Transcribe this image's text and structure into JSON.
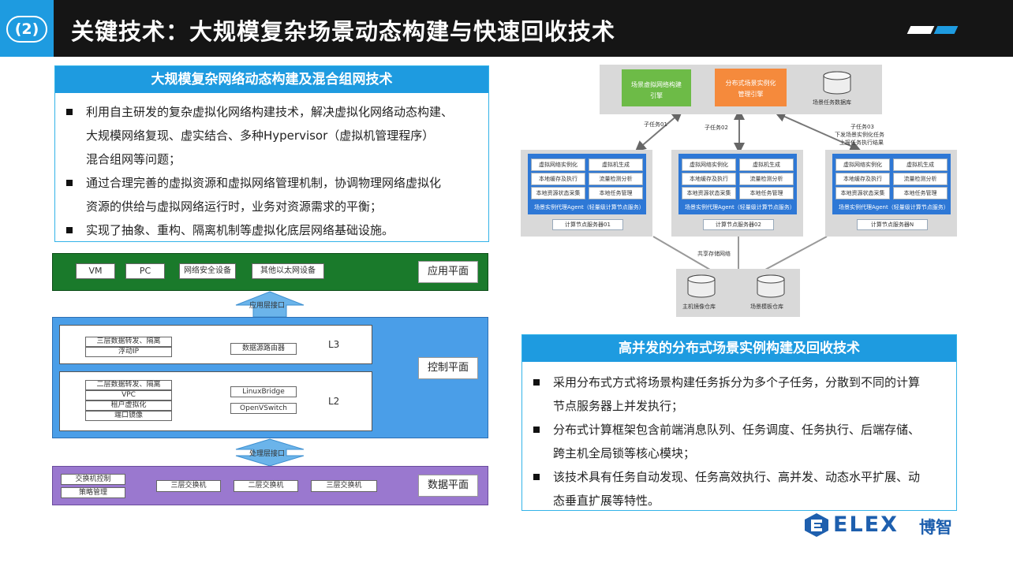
{
  "header": {
    "number": "(2)",
    "title": "关键技术：大规模复杂场景动态构建与快速回收技术"
  },
  "left_panel": {
    "title": "大规模复杂网络动态构建及混合组网技术",
    "bullets": [
      "利用自主研发的复杂虚拟化网络构建技术，解决虚拟化网络动态构建、",
      "大规模网络复现、虚实结合、多种Hypervisor（虚拟机管理程序）",
      "混合组网等问题；",
      "通过合理完善的虚拟资源和虚拟网络管理机制，协调物理网络虚拟化",
      "资源的供给与虚拟网络运行时，业务对资源需求的平衡；",
      "实现了抽象、重构、隔离机制等虚拟化底层网络基础设施。"
    ]
  },
  "right_panel": {
    "title": "高并发的分布式场景实例构建及回收技术",
    "bullets": [
      "采用分布式方式将场景构建任务拆分为多个子任务，分散到不同的计算",
      "节点服务器上并发执行；",
      "分布式计算框架包含前端消息队列、任务调度、任务执行、后端存储、",
      "跨主机全局锁等核心模块；",
      "该技术具有任务自动发现、任务高效执行、高并发、动态水平扩展、动",
      "态垂直扩展等特性。"
    ]
  },
  "left_diagram": {
    "app_plane": {
      "label": "应用平面",
      "items": [
        "VM",
        "PC",
        "网络安全设备",
        "其他以太网设备"
      ]
    },
    "arrow_top": "应用层接口",
    "control_plane": {
      "label": "控制平面",
      "l3": {
        "tag": "L3",
        "items": [
          "三层数据转发、隔离",
          "浮动IP"
        ],
        "right": "数据源路由器"
      },
      "l2": {
        "tag": "L2",
        "items": [
          "二层数据转发、隔离",
          "VPC",
          "租户虚拟化",
          "端口镜像"
        ],
        "right": [
          "LinuxBridge",
          "OpenVSwitch"
        ]
      }
    },
    "arrow_bottom": "处理层接口",
    "data_plane": {
      "label": "数据平面",
      "left_items": [
        "交换机控制",
        "策略管理"
      ],
      "items": [
        "三层交换机",
        "二层交换机",
        "三层交换机"
      ]
    }
  },
  "right_diagram": {
    "top": {
      "green": "场景虚拟网络构建引擎",
      "orange": "分布式场景实例化管理引擎",
      "db": "场景任务数据库"
    },
    "links": [
      "子任务01",
      "子任务02",
      "子任务03",
      "下发场景实例化任务",
      "上报任务执行结果"
    ],
    "nodes": [
      {
        "cells": [
          "虚拟网络实例化",
          "虚拟机生成",
          "本地缓存及执行",
          "流量检测分析",
          "本地资源状态采集",
          "本地任务管理"
        ],
        "footer": "场景实例代理Agent（轻量级计算节点服务）",
        "server": "计算节点服务器01"
      },
      {
        "cells": [
          "虚拟网络实例化",
          "虚拟机生成",
          "本地缓存及执行",
          "流量检测分析",
          "本地资源状态采集",
          "本地任务管理"
        ],
        "footer": "场景实例代理Agent（轻量级计算节点服务）",
        "server": "计算节点服务器02"
      },
      {
        "cells": [
          "虚拟网络实例化",
          "虚拟机生成",
          "本地缓存及执行",
          "流量检测分析",
          "本地资源状态采集",
          "本地任务管理"
        ],
        "footer": "场景实例代理Agent（轻量级计算节点服务）",
        "server": "计算节点服务器N"
      }
    ],
    "storage_label": "共享存储网络",
    "storage": [
      "主机镜像仓库",
      "场景模板仓库"
    ]
  },
  "logo": {
    "text": "ELEX",
    "cn": "博智",
    "brand_color": "#1e5fae"
  },
  "colors": {
    "accent": "#1e9be0",
    "header_bg": "#151515",
    "app_plane": "#1a7a2b",
    "control_plane": "#4a9ee8",
    "data_plane": "#9a78cf",
    "green_box": "#6dbb47",
    "orange_box": "#f58a3c"
  }
}
